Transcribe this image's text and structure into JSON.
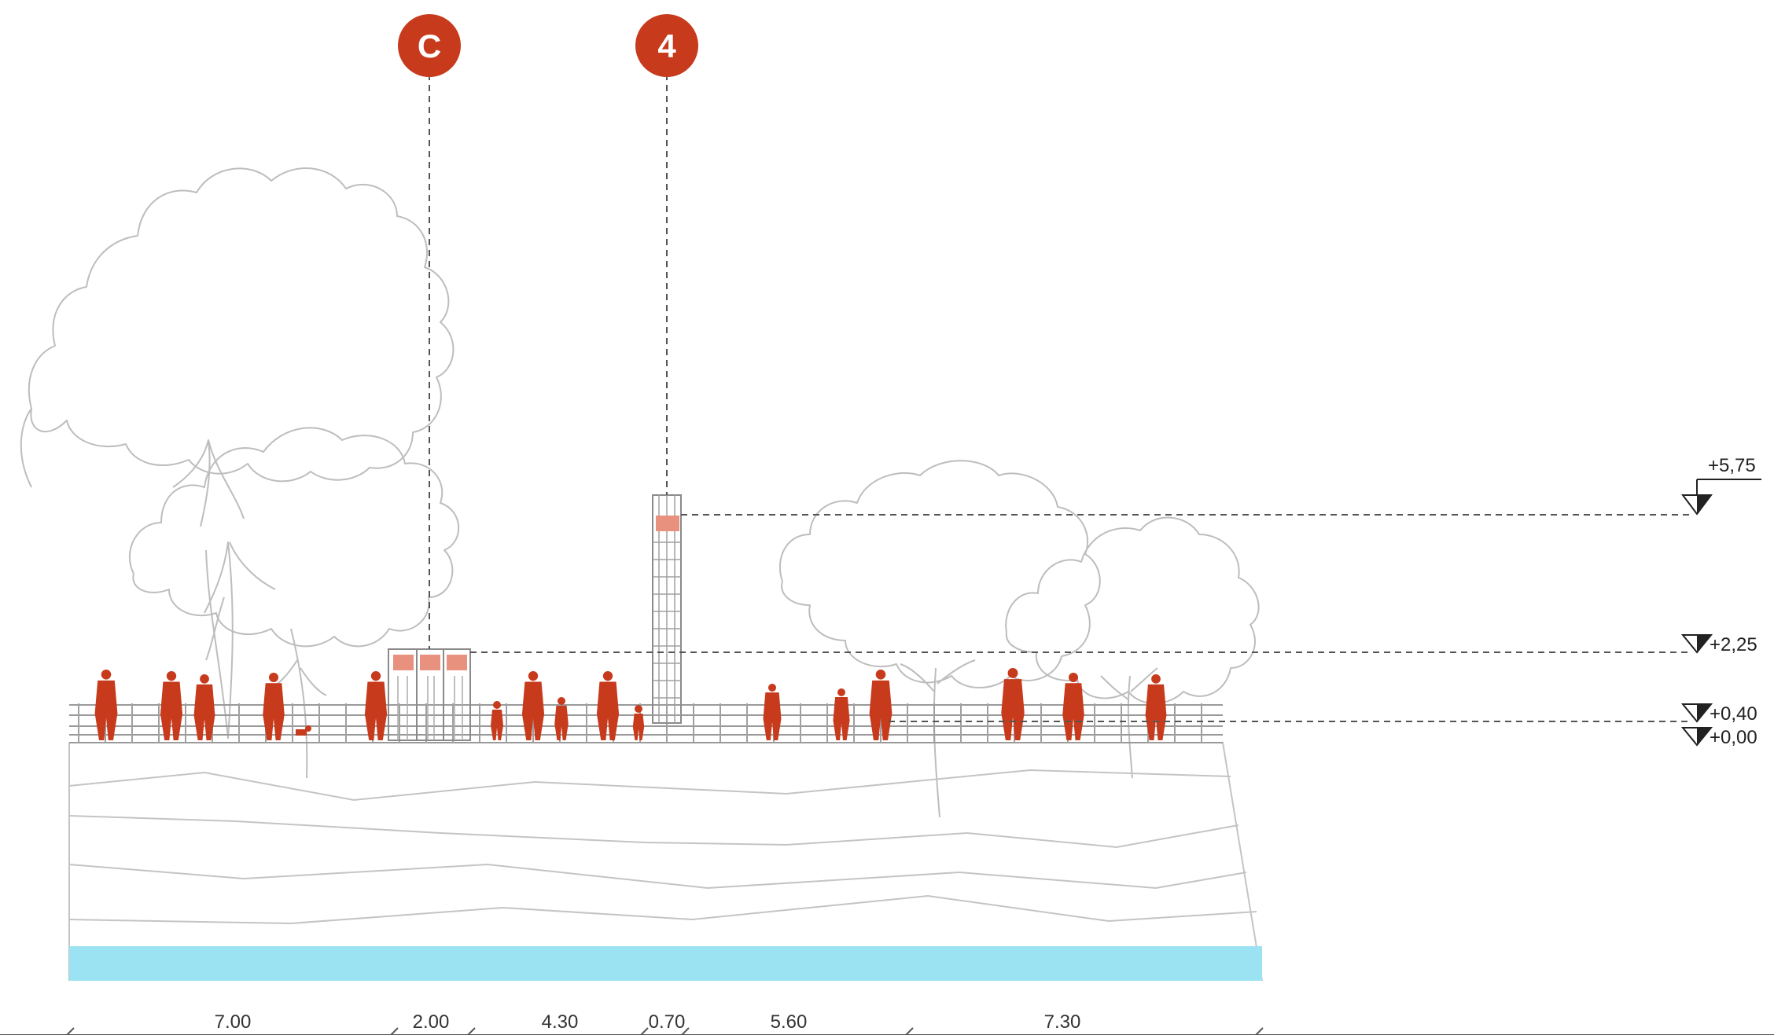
{
  "markers": [
    {
      "label": "C",
      "color": "#c73a1c"
    },
    {
      "label": "4",
      "color": "#c73a1c"
    }
  ],
  "levels": [
    "+5,75",
    "+2,25",
    "+0,40",
    "+0,00"
  ],
  "dimensions": [
    "7.00",
    "2.00",
    "4.30",
    "0.70",
    "5.60",
    "7.30"
  ],
  "colors": {
    "accent": "#c73a1c",
    "panel": "#e8917f",
    "water": "#9be3f2",
    "tree_outline": "#bdbdbd",
    "line": "#555555"
  }
}
